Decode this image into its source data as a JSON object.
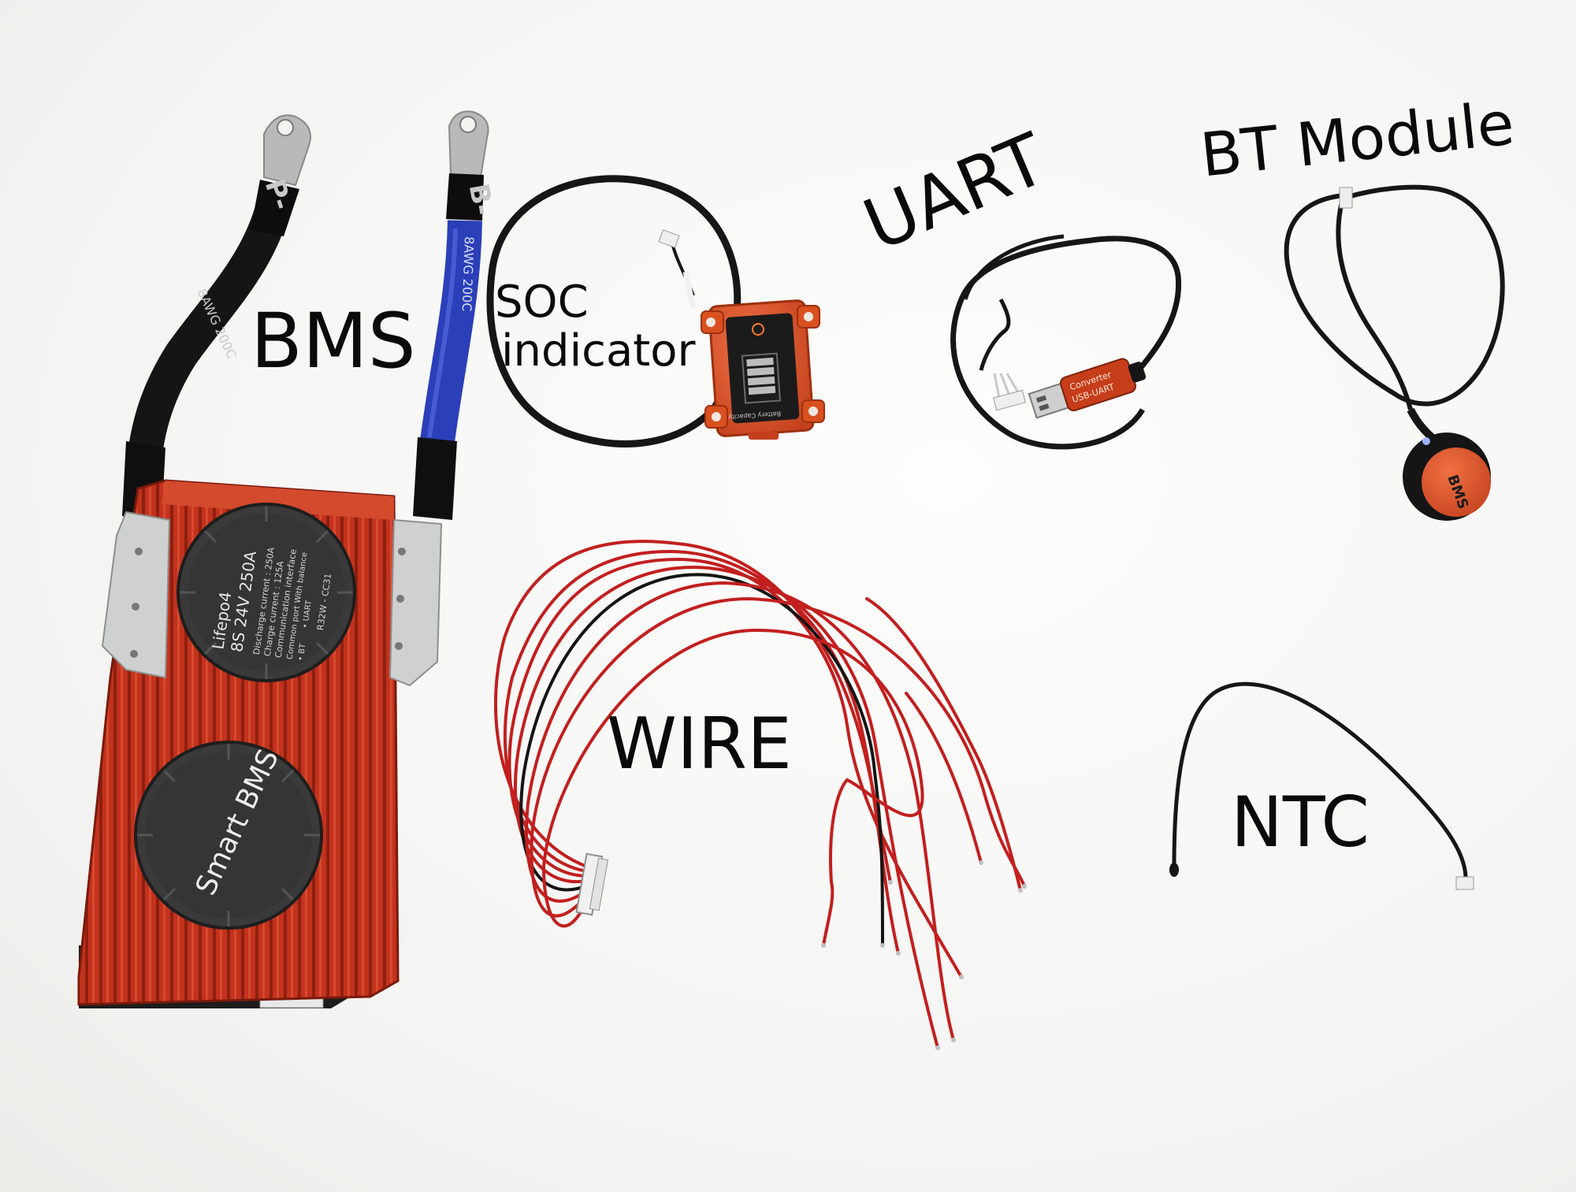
{
  "labels": {
    "bms": "BMS",
    "soc_line1": "SOC",
    "soc_line2": "indicator",
    "uart": "UART",
    "bt_module": "BT Module",
    "wire": "WIRE",
    "ntc": "NTC"
  },
  "bms_board": {
    "fan1_line1": "Lifepo4",
    "fan1_line2": "8S 24V 250A",
    "fan1_line3": "Discharge current : 250A",
    "fan1_line4": "Charge current : 125A",
    "fan1_line5": "Communication interface",
    "fan1_line6": "Common port",
    "fan1_line7": "With balance",
    "fan1_line8": "• BT",
    "fan1_line9": "• UART",
    "fan1_model": "R32W - CC31",
    "fan2_label": "Smart BMS"
  },
  "cables": {
    "left_tag": "P-",
    "right_tag": "B-",
    "left_print": "8AWG 200C",
    "right_print": "8AWG 200C"
  },
  "soc_device": {
    "caption": "Battery Capacity"
  },
  "uart_device": {
    "line1": "Converter",
    "line2": "USB-UART"
  },
  "bt_device": {
    "label": "BMS"
  },
  "colors": {
    "heatsink": "#c0311c",
    "cable_blue": "#2a3fb8",
    "cable_black": "#151515",
    "wire_red": "#c21f1f",
    "device_orange": "#e0552a"
  }
}
